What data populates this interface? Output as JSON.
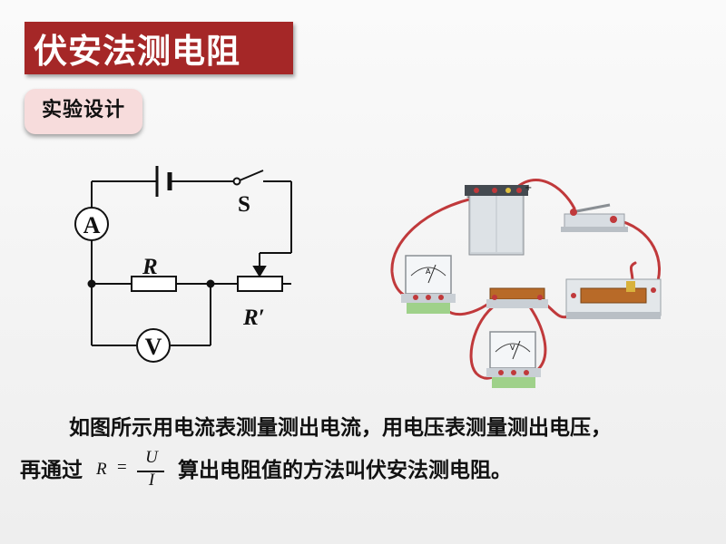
{
  "title": "伏安法测电阻",
  "subtitle": "实验设计",
  "circuit": {
    "ammeter_label": "A",
    "voltmeter_label": "V",
    "switch_label": "S",
    "resistor_label": "R",
    "rheostat_label": "R′"
  },
  "photo": {
    "ammeter_label": "A",
    "voltmeter_label": "V",
    "battery_minus": "-",
    "battery_plus": "+"
  },
  "text": {
    "line1": "如图所示用电流表测量测出电流，用电压表测量测出电压，",
    "line2_prefix": "再通过",
    "line2_suffix": "算出电阻值的方法叫伏安法测电阻。"
  },
  "formula": {
    "lhs": "R",
    "eq": "=",
    "numerator": "U",
    "denominator": "I"
  },
  "colors": {
    "title_bg": "#a52727",
    "subtitle_bg": "#f7dcdc",
    "wire_red": "#c0393b"
  }
}
